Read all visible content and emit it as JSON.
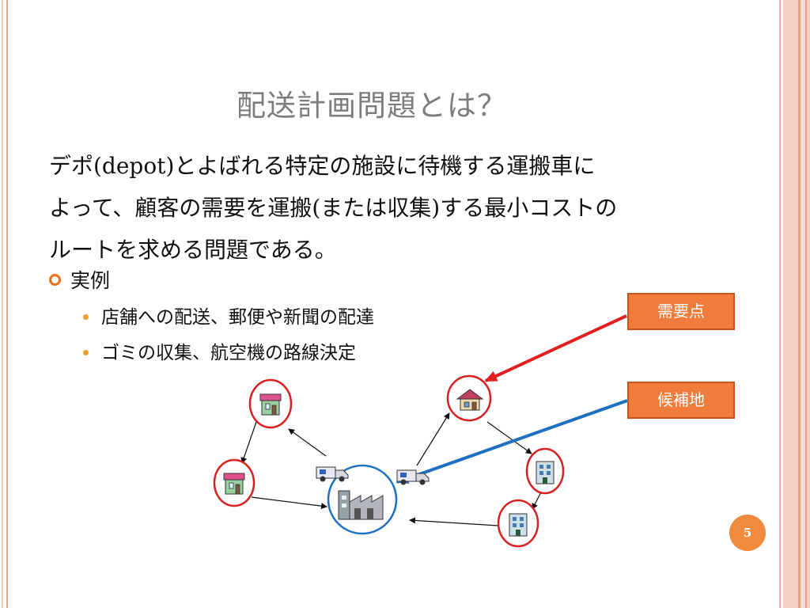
{
  "slide": {
    "title": "配送計画問題とは？",
    "body_lines": [
      "デポ(depot)とよばれる特定の施設に待機する運搬車に",
      "よって、顧客の需要を運搬(または収集)する最小コストの",
      "ルートを求める問題である。"
    ],
    "bullet": "実例",
    "sub_bullets": [
      "店舗への配送、郵便や新聞の配達",
      "ゴミの収集、航空機の路線決定"
    ],
    "labels": {
      "demand_point": "需要点",
      "candidate_site": "候補地"
    },
    "page_number": "5"
  },
  "colors": {
    "accent_orange": "#f07c3c",
    "demand_arrow": "#e02020",
    "candidate_arrow": "#1f70c0",
    "title_gray": "#7d7d7d"
  },
  "icons": {
    "customer": "store-building-icon",
    "depot": "factory-icon",
    "vehicle": "delivery-truck-icon"
  }
}
